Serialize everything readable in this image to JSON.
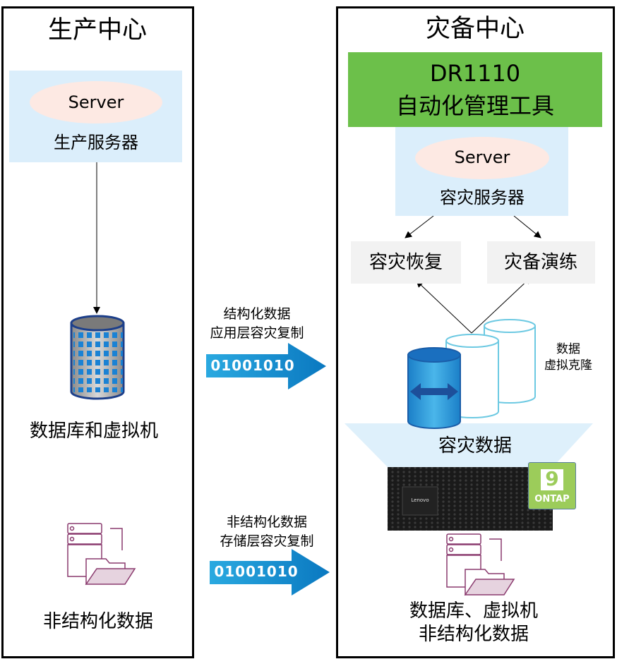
{
  "production": {
    "title": "生产中心",
    "server_label": "Server",
    "server_caption": "生产服务器",
    "database_caption": "数据库和虚拟机",
    "unstructured_caption": "非结构化数据"
  },
  "replication": {
    "structured_line1": "结构化数据",
    "structured_line2": "应用层容灾复制",
    "unstructured_line1": "非结构化数据",
    "unstructured_line2": "存储层容灾复制",
    "binary_text": "01001010"
  },
  "dr_center": {
    "title": "灾备中心",
    "tool_line1": "DR1110",
    "tool_line2": "自动化管理工具",
    "server_label": "Server",
    "server_caption": "容灾服务器",
    "recovery": "容灾恢复",
    "drill": "灾备演练",
    "clone_line1": "数据",
    "clone_line2": "虚拟克隆",
    "dr_data": "容灾数据",
    "ontap_number": "9",
    "ontap_label": "ONTAP",
    "storage_brand": "Lenovo",
    "bottom_line1": "数据库、虚拟机",
    "bottom_line2": "非结构化数据"
  },
  "colors": {
    "server_panel": "#dbeefb",
    "server_ellipse": "#fde9e3",
    "tool_green": "#6cc04a",
    "action_box": "#f2f2f2",
    "arrow_blue": "#1f9ad6",
    "ontap_green": "#9ccc5a"
  }
}
